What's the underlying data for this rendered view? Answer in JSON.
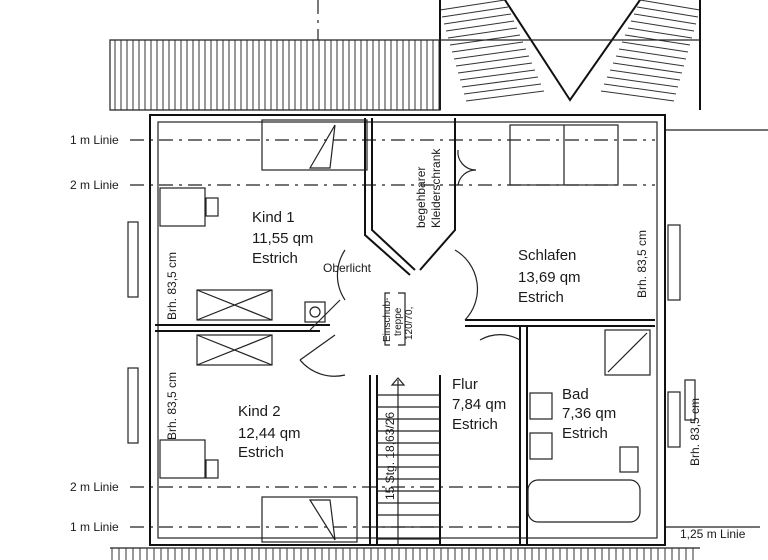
{
  "lines": {
    "left_top_1m": "1 m Linie",
    "left_top_2m": "2 m Linie",
    "left_bottom_2m": "2 m Linie",
    "left_bottom_1m": "1 m Linie",
    "right_bottom_125m": "1,25 m Linie"
  },
  "rooms": {
    "kind1": {
      "name": "Kind 1",
      "area": "11,55 qm",
      "floor": "Estrich"
    },
    "kind2": {
      "name": "Kind 2",
      "area": "12,44 qm",
      "floor": "Estrich"
    },
    "schlafen": {
      "name": "Schlafen",
      "area": "13,69 qm",
      "floor": "Estrich"
    },
    "flur": {
      "name": "Flur",
      "area": "7,84 qm",
      "floor": "Estrich"
    },
    "bad": {
      "name": "Bad",
      "area": "7,36 qm",
      "floor": "Estrich"
    }
  },
  "annotations": {
    "oberlicht": "Oberlicht",
    "closet_line1": "begehbarer",
    "closet_line2": "Kleiderschrank",
    "attic_line1": "Einschub-",
    "attic_line2": "treppe",
    "attic_line3": "120/70,",
    "stairs": "15 Stg. 18,63/26",
    "sill_left_upper": "Brh. 83,5 cm",
    "sill_left_lower": "Brh. 83,5 cm",
    "sill_right_upper": "Brh. 83,5 cm",
    "sill_right_lower": "Brh. 83,5 cm"
  }
}
